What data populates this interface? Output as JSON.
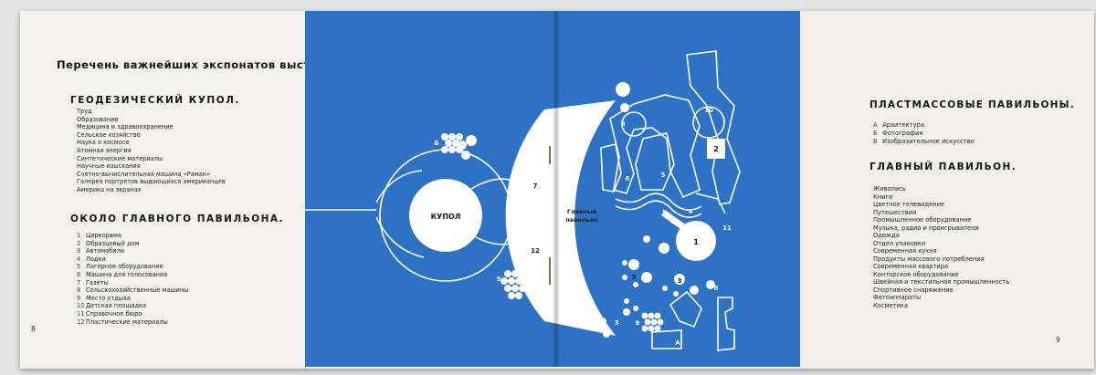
{
  "left_page": {
    "main_title": "Перечень важнейших экспонатов выставки.",
    "dome": {
      "title": "ГЕОДЕЗИЧЕСКИЙ КУПОЛ.",
      "items": [
        "Труд",
        "Образование",
        "Медицина и здравоохранение",
        "Сельское хозяйство",
        "Наука о космосе",
        "Атомная энергия",
        "Синтетические материалы",
        "Научные изыскания",
        "Счетно-вычислительная машина «Рамак»",
        "Галерея портретов выдающихся американцев",
        "Америка на экранах"
      ]
    },
    "near_pavilion": {
      "title": "ОКОЛО ГЛАВНОГО ПАВИЛЬОНА.",
      "items": [
        {
          "n": "1",
          "text": "Циркорама"
        },
        {
          "n": "2",
          "text": "Образцовый дом"
        },
        {
          "n": "3",
          "text": "Автомобили"
        },
        {
          "n": "4",
          "text": "Лодки"
        },
        {
          "n": "5",
          "text": "Лагерное оборудование"
        },
        {
          "n": "6",
          "text": "Машина для голосования"
        },
        {
          "n": "7",
          "text": "Газеты"
        },
        {
          "n": "8",
          "text": "Сельскохозяйственные машины"
        },
        {
          "n": "9",
          "text": "Место отдыха"
        },
        {
          "n": "10",
          "text": "Детская площадка"
        },
        {
          "n": "11",
          "text": "Справочное бюро"
        },
        {
          "n": "12",
          "text": "Пластические материалы"
        }
      ]
    },
    "page_number": "8"
  },
  "map": {
    "dome_label": "КУПОЛ",
    "pavilion_label_1": "Главный",
    "pavilion_label_2": "павильон",
    "markers": [
      "1",
      "2",
      "3",
      "3",
      "3",
      "3",
      "4",
      "5",
      "6",
      "7",
      "8",
      "9",
      "10",
      "11",
      "12",
      "А",
      "Б",
      "В"
    ]
  },
  "right_page": {
    "plastic": {
      "title": "ПЛАСТМАССОВЫЕ ПАВИЛЬОНЫ.",
      "items": [
        {
          "n": "А",
          "text": "Архитектура"
        },
        {
          "n": "Б",
          "text": "Фотография"
        },
        {
          "n": "В",
          "text": "Изобразительное искусство"
        }
      ]
    },
    "main_pavilion": {
      "title": "ГЛАВНЫЙ ПАВИЛЬОН.",
      "items": [
        "Живопись",
        "Книги",
        "Цветное телевидение",
        "Путешествия",
        "Промышленное оборудование",
        "Музыка, радио и проигрыватели",
        "Одежда",
        "Отдел упаковки",
        "Современная кухня",
        "Продукты массового потребления",
        "Современная квартира",
        "Конторское оборудование",
        "Швейная и текстильная промышленность",
        "Спортивное снаряжение",
        "Фотоаппараты",
        "Косметика"
      ]
    },
    "page_number": "9"
  },
  "colors": {
    "map_blue": "#2d72c4",
    "paper": "#f2f1ec",
    "ink": "#151515"
  }
}
